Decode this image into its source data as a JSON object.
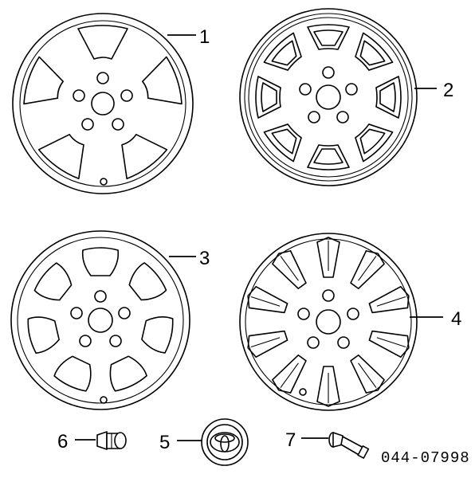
{
  "diagram": {
    "doc_code": "044-07998",
    "parts": [
      {
        "callout": "1",
        "kind": "wheel",
        "style": "5-spoke split"
      },
      {
        "callout": "2",
        "kind": "wheel",
        "style": "8-spoke windowed"
      },
      {
        "callout": "3",
        "kind": "wheel",
        "style": "7-spoke"
      },
      {
        "callout": "4",
        "kind": "wheel",
        "style": "multi-spoke"
      },
      {
        "callout": "5",
        "kind": "center-cap",
        "style": "emblem cap"
      },
      {
        "callout": "6",
        "kind": "lug-nut",
        "style": "nut"
      },
      {
        "callout": "7",
        "kind": "valve-stem",
        "style": "valve"
      }
    ]
  }
}
